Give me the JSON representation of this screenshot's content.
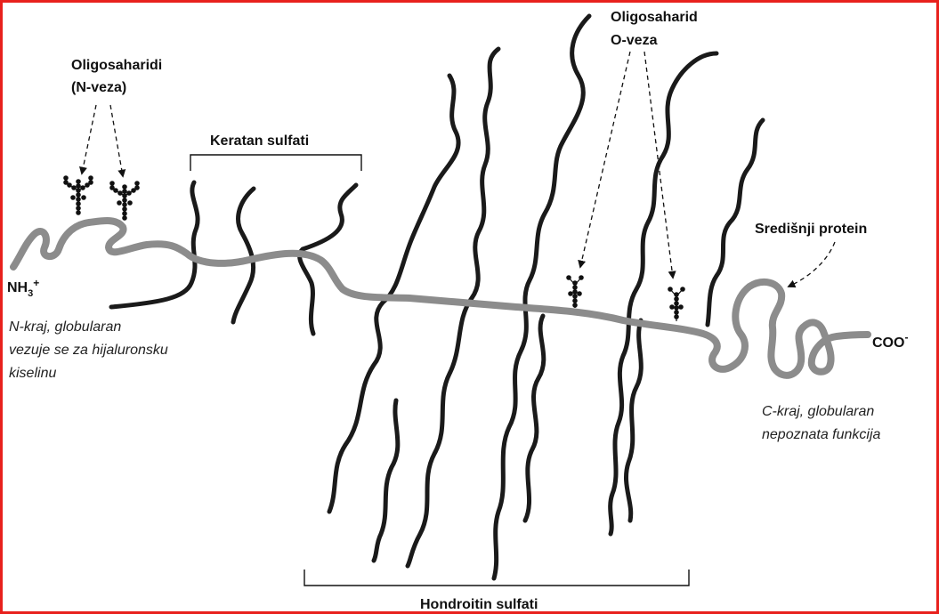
{
  "labels": {
    "n_oligo_line1": "Oligosaharidi",
    "n_oligo_line2": "(N-veza)",
    "keratan": "Keratan sulfati",
    "o_oligo_line1": "Oligosaharid",
    "o_oligo_line2": "O-veza",
    "core_protein": "Središnji protein",
    "nh3": "NH",
    "nh3_sub": "3",
    "nh3_sup": "+",
    "coo": "COO",
    "coo_sup": "-",
    "n_term_line1": "N-kraj, globularan",
    "n_term_line2": "vezuje se za hijaluronsku",
    "n_term_line3": "kiselinu",
    "c_term_line1": "C-kraj, globularan",
    "c_term_line2": "nepoznata funkcija",
    "chondroitin": "Hondroitin sulfati"
  },
  "colors": {
    "frame": "#e8211d",
    "core_protein": "#8c8c8c",
    "gag_chain": "#1a1a1a"
  }
}
